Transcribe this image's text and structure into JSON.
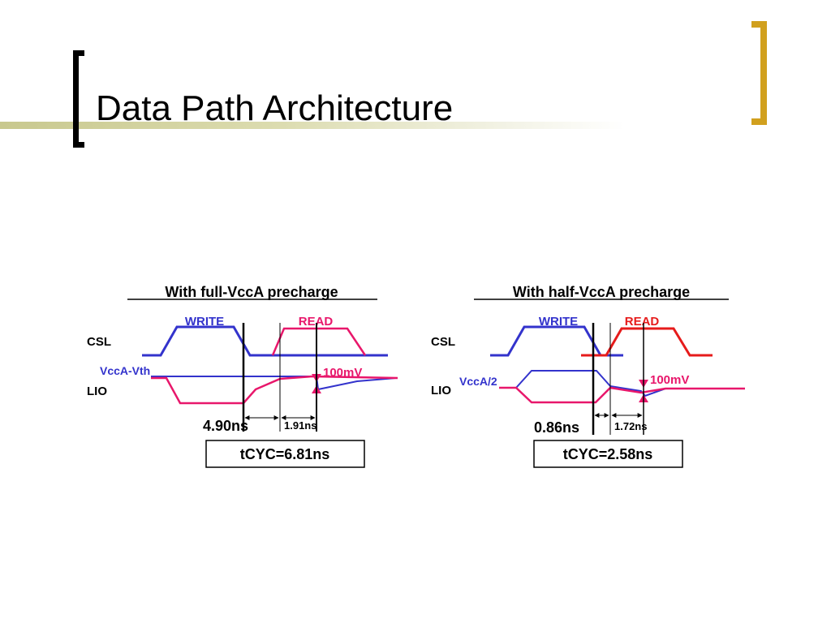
{
  "slide": {
    "title": "Data Path Architecture"
  },
  "colors": {
    "title_bar": "#c8c88e",
    "bracket_right": "#d1a01e",
    "bracket_left": "#000000",
    "write_signal": "#3333cc",
    "read_signal": "#e8176b",
    "read_csl_half": "#e61b1b"
  },
  "diagrams": {
    "full": {
      "heading": "With full-VccA precharge",
      "csl_label": "CSL",
      "lio_label": "LIO",
      "write_label": "WRITE",
      "read_label": "READ",
      "level_label": "VccA-Vth",
      "swing_label": "100mV",
      "t1_label": "4.90ns",
      "t2_label": "1.91ns",
      "cycle_label": "tCYC=6.81ns"
    },
    "half": {
      "heading": "With half-VccA precharge",
      "csl_label": "CSL",
      "lio_label": "LIO",
      "write_label": "WRITE",
      "read_label": "READ",
      "level_label": "VccA/2",
      "swing_label": "100mV",
      "t1_label": "0.86ns",
      "t2_label": "1.72ns",
      "cycle_label": "tCYC=2.58ns"
    }
  }
}
